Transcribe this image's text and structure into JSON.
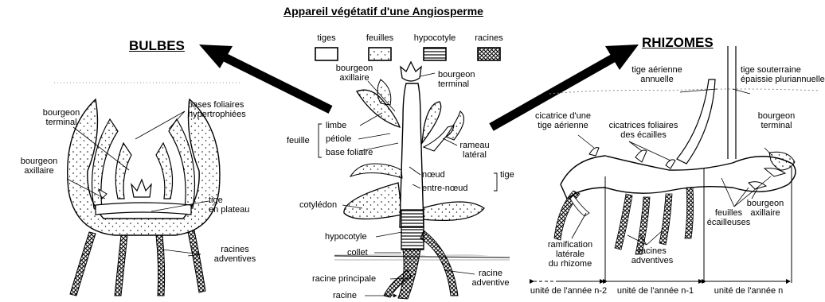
{
  "title": "Appareil végétatif d'une Angiosperme",
  "sections": {
    "bulbes": "BULBES",
    "rhizomes": "RHIZOMES"
  },
  "legend": [
    {
      "label": "tiges",
      "pattern": "blank"
    },
    {
      "label": "feuilles",
      "pattern": "dots"
    },
    {
      "label": "hypocotyle",
      "pattern": "hlines"
    },
    {
      "label": "racines",
      "pattern": "crosshatch"
    }
  ],
  "bulbe": {
    "bourgeon_terminal": [
      "bourgeon",
      "terminal"
    ],
    "bases_foliaires": [
      "bases foliaires",
      "hypertrophiées"
    ],
    "bourgeon_axillaire": [
      "bourgeon",
      "axillaire"
    ],
    "tige_plateau": [
      "tige",
      "en plateau"
    ],
    "racines_adventives": [
      "racines",
      "adventives"
    ]
  },
  "plante": {
    "bourgeon_axillaire": [
      "bourgeon",
      "axillaire"
    ],
    "bourgeon_terminal": [
      "bourgeon",
      "terminal"
    ],
    "feuille": "feuille",
    "limbe": "limbe",
    "petiole": "pétiole",
    "base_foliaire": "base foliaire",
    "rameau_lateral": [
      "rameau",
      "latéral"
    ],
    "noeud": "nœud",
    "entre_noeud": "entre-nœud",
    "tige": "tige",
    "cotyledon": "cotylédon",
    "hypocotyle": "hypocotyle",
    "collet": "collet",
    "racine_principale": "racine principale",
    "racine_adventive": [
      "racine",
      "adventive"
    ],
    "racine": "racine"
  },
  "rhizome": {
    "tige_aerienne_annuelle": [
      "tige aérienne",
      "annuelle"
    ],
    "tige_souterraine": [
      "tige souterraine",
      "épaissie pluriannuelle"
    ],
    "cicatrice_tige": [
      "cicatrice d'une",
      "tige aérienne"
    ],
    "cicatrices_foliaires": [
      "cicatrices foliaires",
      "des écailles"
    ],
    "bourgeon_terminal": [
      "bourgeon",
      "terminal"
    ],
    "bourgeon_axillaire": [
      "bourgeon",
      "axillaire"
    ],
    "feuilles_ecailleuses": [
      "feuilles",
      "écailleuses"
    ],
    "ramification": [
      "ramification",
      "latérale",
      "du rhizome"
    ],
    "racines_adventives": [
      "racines",
      "adventives"
    ],
    "annees": [
      "unité de l'année n-2",
      "unité de l'année n-1",
      "unité  de l'année n"
    ]
  }
}
